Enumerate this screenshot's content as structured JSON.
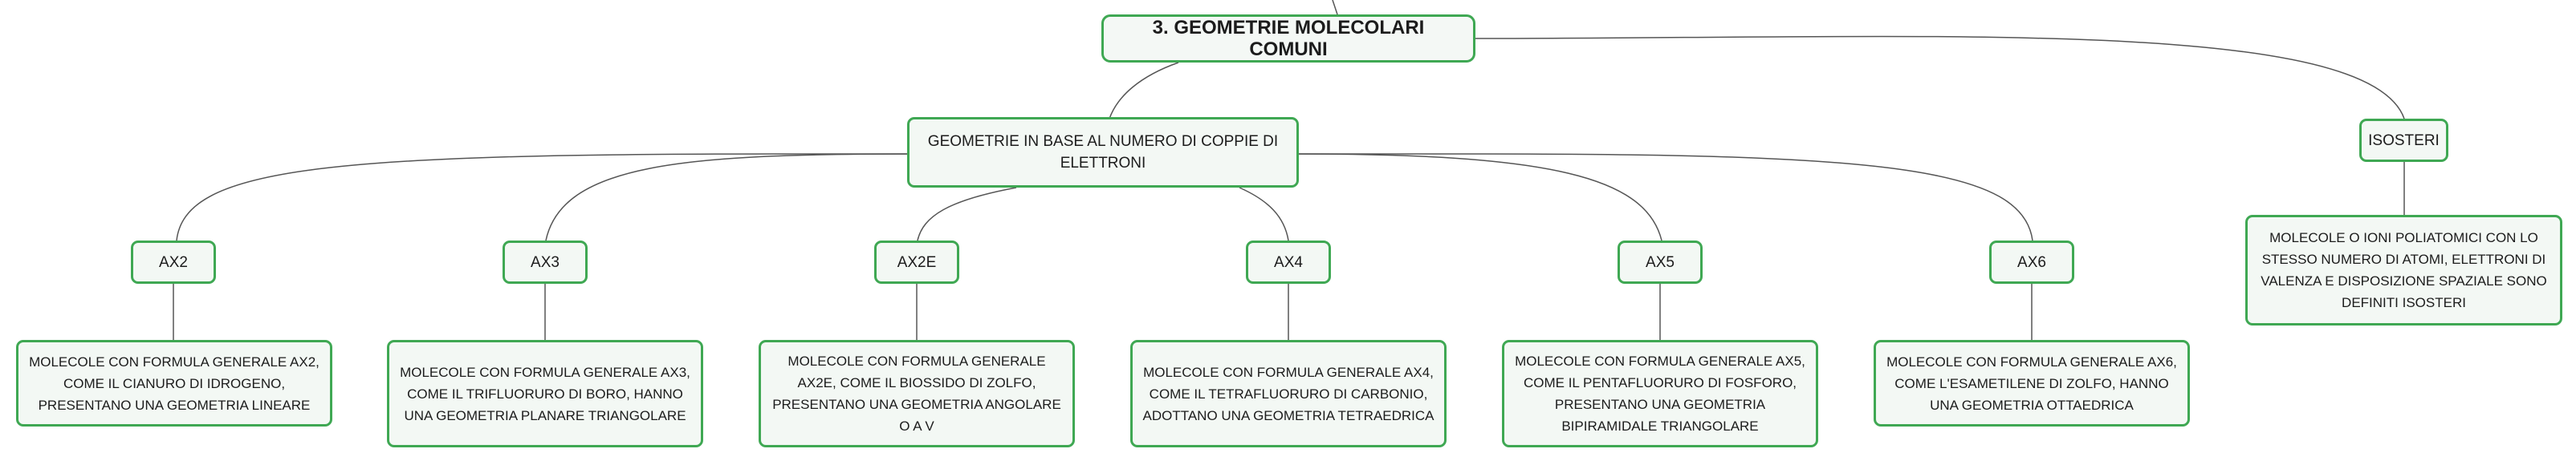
{
  "root": {
    "label": "3. GEOMETRIE MOLECOLARI COMUNI"
  },
  "geometries": {
    "label": "GEOMETRIE IN BASE AL NUMERO DI COPPIE DI ELETTRONI",
    "items": [
      {
        "label": "AX2",
        "description": "MOLECOLE CON FORMULA GENERALE AX2, COME IL CIANURO DI IDROGENO, PRESENTANO UNA GEOMETRIA LINEARE"
      },
      {
        "label": "AX3",
        "description": "MOLECOLE CON FORMULA GENERALE AX3, COME IL TRIFLUORURO DI BORO, HANNO UNA GEOMETRIA PLANARE TRIANGOLARE"
      },
      {
        "label": "AX2E",
        "description": "MOLECOLE CON FORMULA GENERALE AX2E, COME IL BIOSSIDO DI ZOLFO, PRESENTANO UNA GEOMETRIA ANGOLARE O A V"
      },
      {
        "label": "AX4",
        "description": "MOLECOLE CON FORMULA GENERALE AX4, COME IL TETRAFLUORURO DI CARBONIO, ADOTTANO UNA GEOMETRIA TETRAEDRICA"
      },
      {
        "label": "AX5",
        "description": "MOLECOLE CON FORMULA GENERALE AX5, COME IL PENTAFLUORURO DI FOSFORO, PRESENTANO UNA GEOMETRIA BIPIRAMIDALE TRIANGOLARE"
      },
      {
        "label": "AX6",
        "description": "MOLECOLE CON FORMULA GENERALE AX6, COME L'ESAMETILENE DI ZOLFO, HANNO UNA GEOMETRIA OTTAEDRICA"
      }
    ]
  },
  "isosteri": {
    "label": "ISOSTERI",
    "description": "MOLECOLE O IONI POLIATOMICI CON LO STESSO NUMERO DI ATOMI, ELETTRONI DI VALENZA E DISPOSIZIONE SPAZIALE SONO DEFINITI ISOSTERI"
  },
  "colors": {
    "border": "#3fa853",
    "fill": "#f3f8f4",
    "connector": "#555555"
  }
}
